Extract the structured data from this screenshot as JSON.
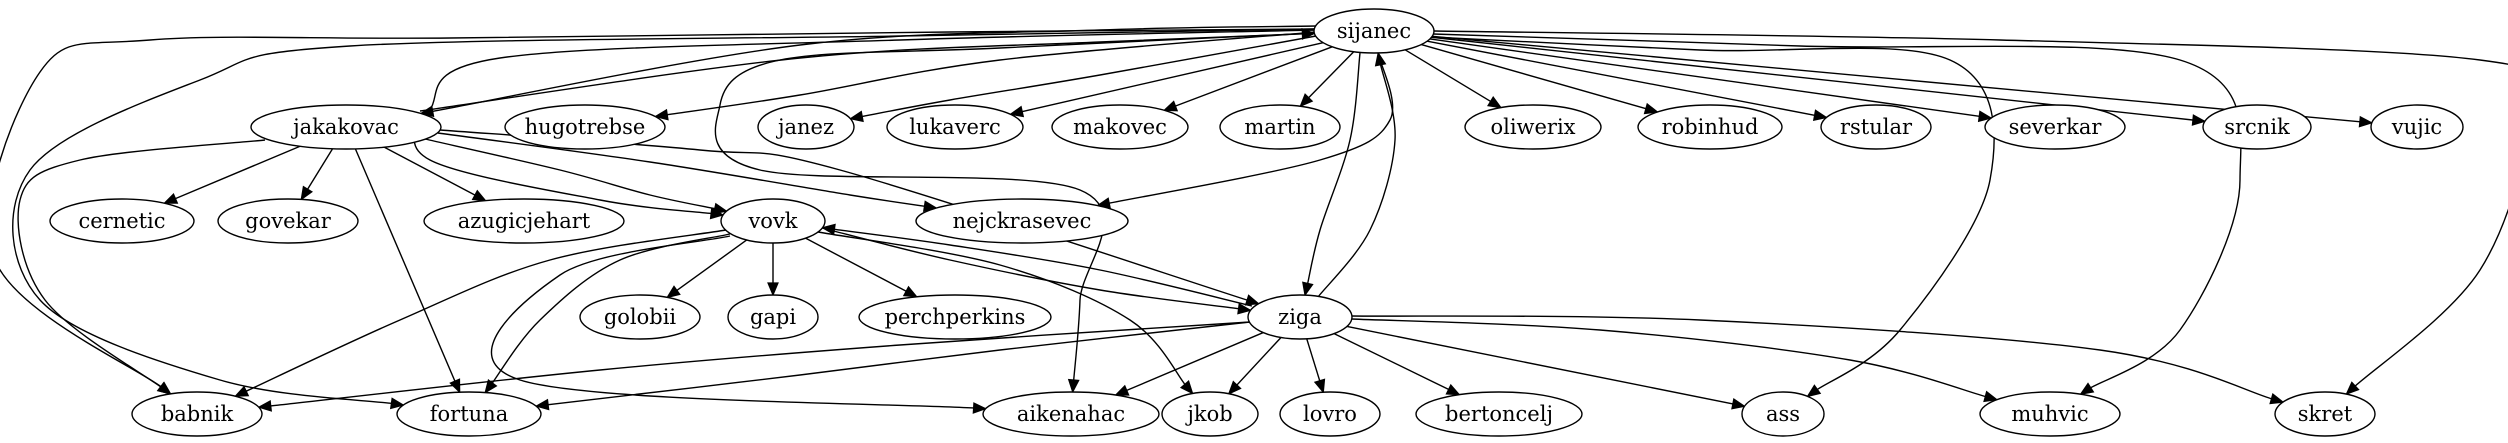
{
  "graph": {
    "type": "directed-graph",
    "nodes": [
      {
        "id": "sijanec",
        "label": "sijanec"
      },
      {
        "id": "jakakovac",
        "label": "jakakovac"
      },
      {
        "id": "hugotrebse",
        "label": "hugotrebse"
      },
      {
        "id": "janez",
        "label": "janez"
      },
      {
        "id": "lukaverc",
        "label": "lukaverc"
      },
      {
        "id": "makovec",
        "label": "makovec"
      },
      {
        "id": "martin",
        "label": "martin"
      },
      {
        "id": "oliwerix",
        "label": "oliwerix"
      },
      {
        "id": "robinhud",
        "label": "robinhud"
      },
      {
        "id": "rstular",
        "label": "rstular"
      },
      {
        "id": "severkar",
        "label": "severkar"
      },
      {
        "id": "srcnik",
        "label": "srcnik"
      },
      {
        "id": "vujic",
        "label": "vujic"
      },
      {
        "id": "cernetic",
        "label": "cernetic"
      },
      {
        "id": "govekar",
        "label": "govekar"
      },
      {
        "id": "azugicjehart",
        "label": "azugicjehart"
      },
      {
        "id": "vovk",
        "label": "vovk"
      },
      {
        "id": "nejckrasevec",
        "label": "nejckrasevec"
      },
      {
        "id": "golobii",
        "label": "golobii"
      },
      {
        "id": "gapi",
        "label": "gapi"
      },
      {
        "id": "perchperkins",
        "label": "perchperkins"
      },
      {
        "id": "ziga",
        "label": "ziga"
      },
      {
        "id": "babnik",
        "label": "babnik"
      },
      {
        "id": "fortuna",
        "label": "fortuna"
      },
      {
        "id": "aikenahac",
        "label": "aikenahac"
      },
      {
        "id": "jkob",
        "label": "jkob"
      },
      {
        "id": "lovro",
        "label": "lovro"
      },
      {
        "id": "bertoncelj",
        "label": "bertoncelj"
      },
      {
        "id": "ass",
        "label": "ass"
      },
      {
        "id": "muhvic",
        "label": "muhvic"
      },
      {
        "id": "skret",
        "label": "skret"
      }
    ],
    "edges": [
      {
        "from": "sijanec",
        "to": "jakakovac"
      },
      {
        "from": "jakakovac",
        "to": "sijanec"
      },
      {
        "from": "sijanec",
        "to": "hugotrebse"
      },
      {
        "from": "sijanec",
        "to": "janez"
      },
      {
        "from": "sijanec",
        "to": "lukaverc"
      },
      {
        "from": "sijanec",
        "to": "makovec"
      },
      {
        "from": "sijanec",
        "to": "martin"
      },
      {
        "from": "sijanec",
        "to": "oliwerix"
      },
      {
        "from": "sijanec",
        "to": "robinhud"
      },
      {
        "from": "sijanec",
        "to": "rstular"
      },
      {
        "from": "sijanec",
        "to": "severkar"
      },
      {
        "from": "sijanec",
        "to": "srcnik"
      },
      {
        "from": "sijanec",
        "to": "vujic"
      },
      {
        "from": "sijanec",
        "to": "babnik"
      },
      {
        "from": "sijanec",
        "to": "fortuna"
      },
      {
        "from": "sijanec",
        "to": "vovk"
      },
      {
        "from": "sijanec",
        "to": "aikenahac"
      },
      {
        "from": "sijanec",
        "to": "nejckrasevec"
      },
      {
        "from": "sijanec",
        "to": "ziga"
      },
      {
        "from": "ziga",
        "to": "sijanec"
      },
      {
        "from": "sijanec",
        "to": "ass"
      },
      {
        "from": "sijanec",
        "to": "muhvic"
      },
      {
        "from": "sijanec",
        "to": "skret"
      },
      {
        "from": "jakakovac",
        "to": "cernetic"
      },
      {
        "from": "jakakovac",
        "to": "govekar"
      },
      {
        "from": "jakakovac",
        "to": "azugicjehart"
      },
      {
        "from": "jakakovac",
        "to": "vovk"
      },
      {
        "from": "jakakovac",
        "to": "nejckrasevec"
      },
      {
        "from": "jakakovac",
        "to": "ziga"
      },
      {
        "from": "jakakovac",
        "to": "fortuna"
      },
      {
        "from": "jakakovac",
        "to": "babnik"
      },
      {
        "from": "vovk",
        "to": "golobii"
      },
      {
        "from": "vovk",
        "to": "gapi"
      },
      {
        "from": "vovk",
        "to": "perchperkins"
      },
      {
        "from": "vovk",
        "to": "ziga"
      },
      {
        "from": "ziga",
        "to": "vovk"
      },
      {
        "from": "vovk",
        "to": "babnik"
      },
      {
        "from": "vovk",
        "to": "fortuna"
      },
      {
        "from": "vovk",
        "to": "aikenahac"
      },
      {
        "from": "vovk",
        "to": "jkob"
      },
      {
        "from": "ziga",
        "to": "babnik"
      },
      {
        "from": "ziga",
        "to": "fortuna"
      },
      {
        "from": "ziga",
        "to": "aikenahac"
      },
      {
        "from": "ziga",
        "to": "jkob"
      },
      {
        "from": "ziga",
        "to": "lovro"
      },
      {
        "from": "ziga",
        "to": "bertoncelj"
      },
      {
        "from": "ziga",
        "to": "ass"
      },
      {
        "from": "ziga",
        "to": "muhvic"
      },
      {
        "from": "ziga",
        "to": "skret"
      }
    ]
  }
}
